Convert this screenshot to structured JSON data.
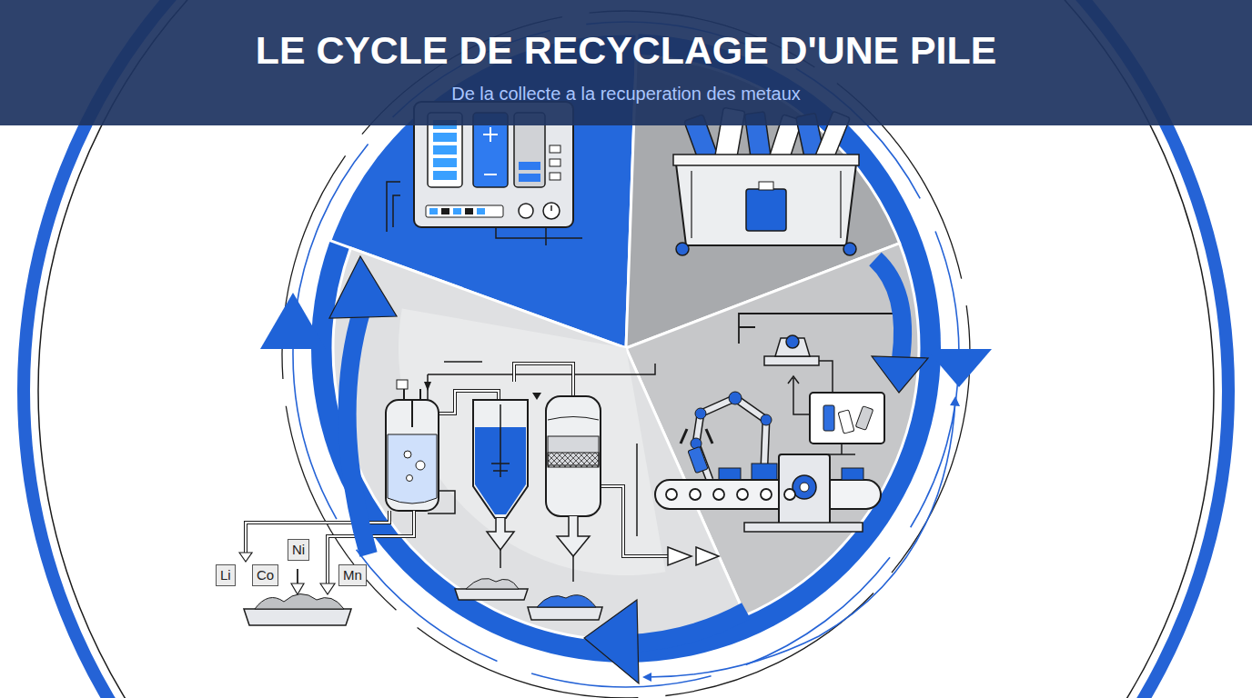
{
  "diagram": {
    "title": "LE CYCLE DE RECYCLAGE D'UNE PILE",
    "caption": "De la collecte a la recuperation des metaux",
    "nodes": [
      {
        "text": [
          "Li"
        ]
      },
      {
        "text": [
          "Co"
        ]
      },
      {
        "text": [
          "Ni"
        ]
      },
      {
        "text": [
          "Mn"
        ]
      }
    ]
  }
}
